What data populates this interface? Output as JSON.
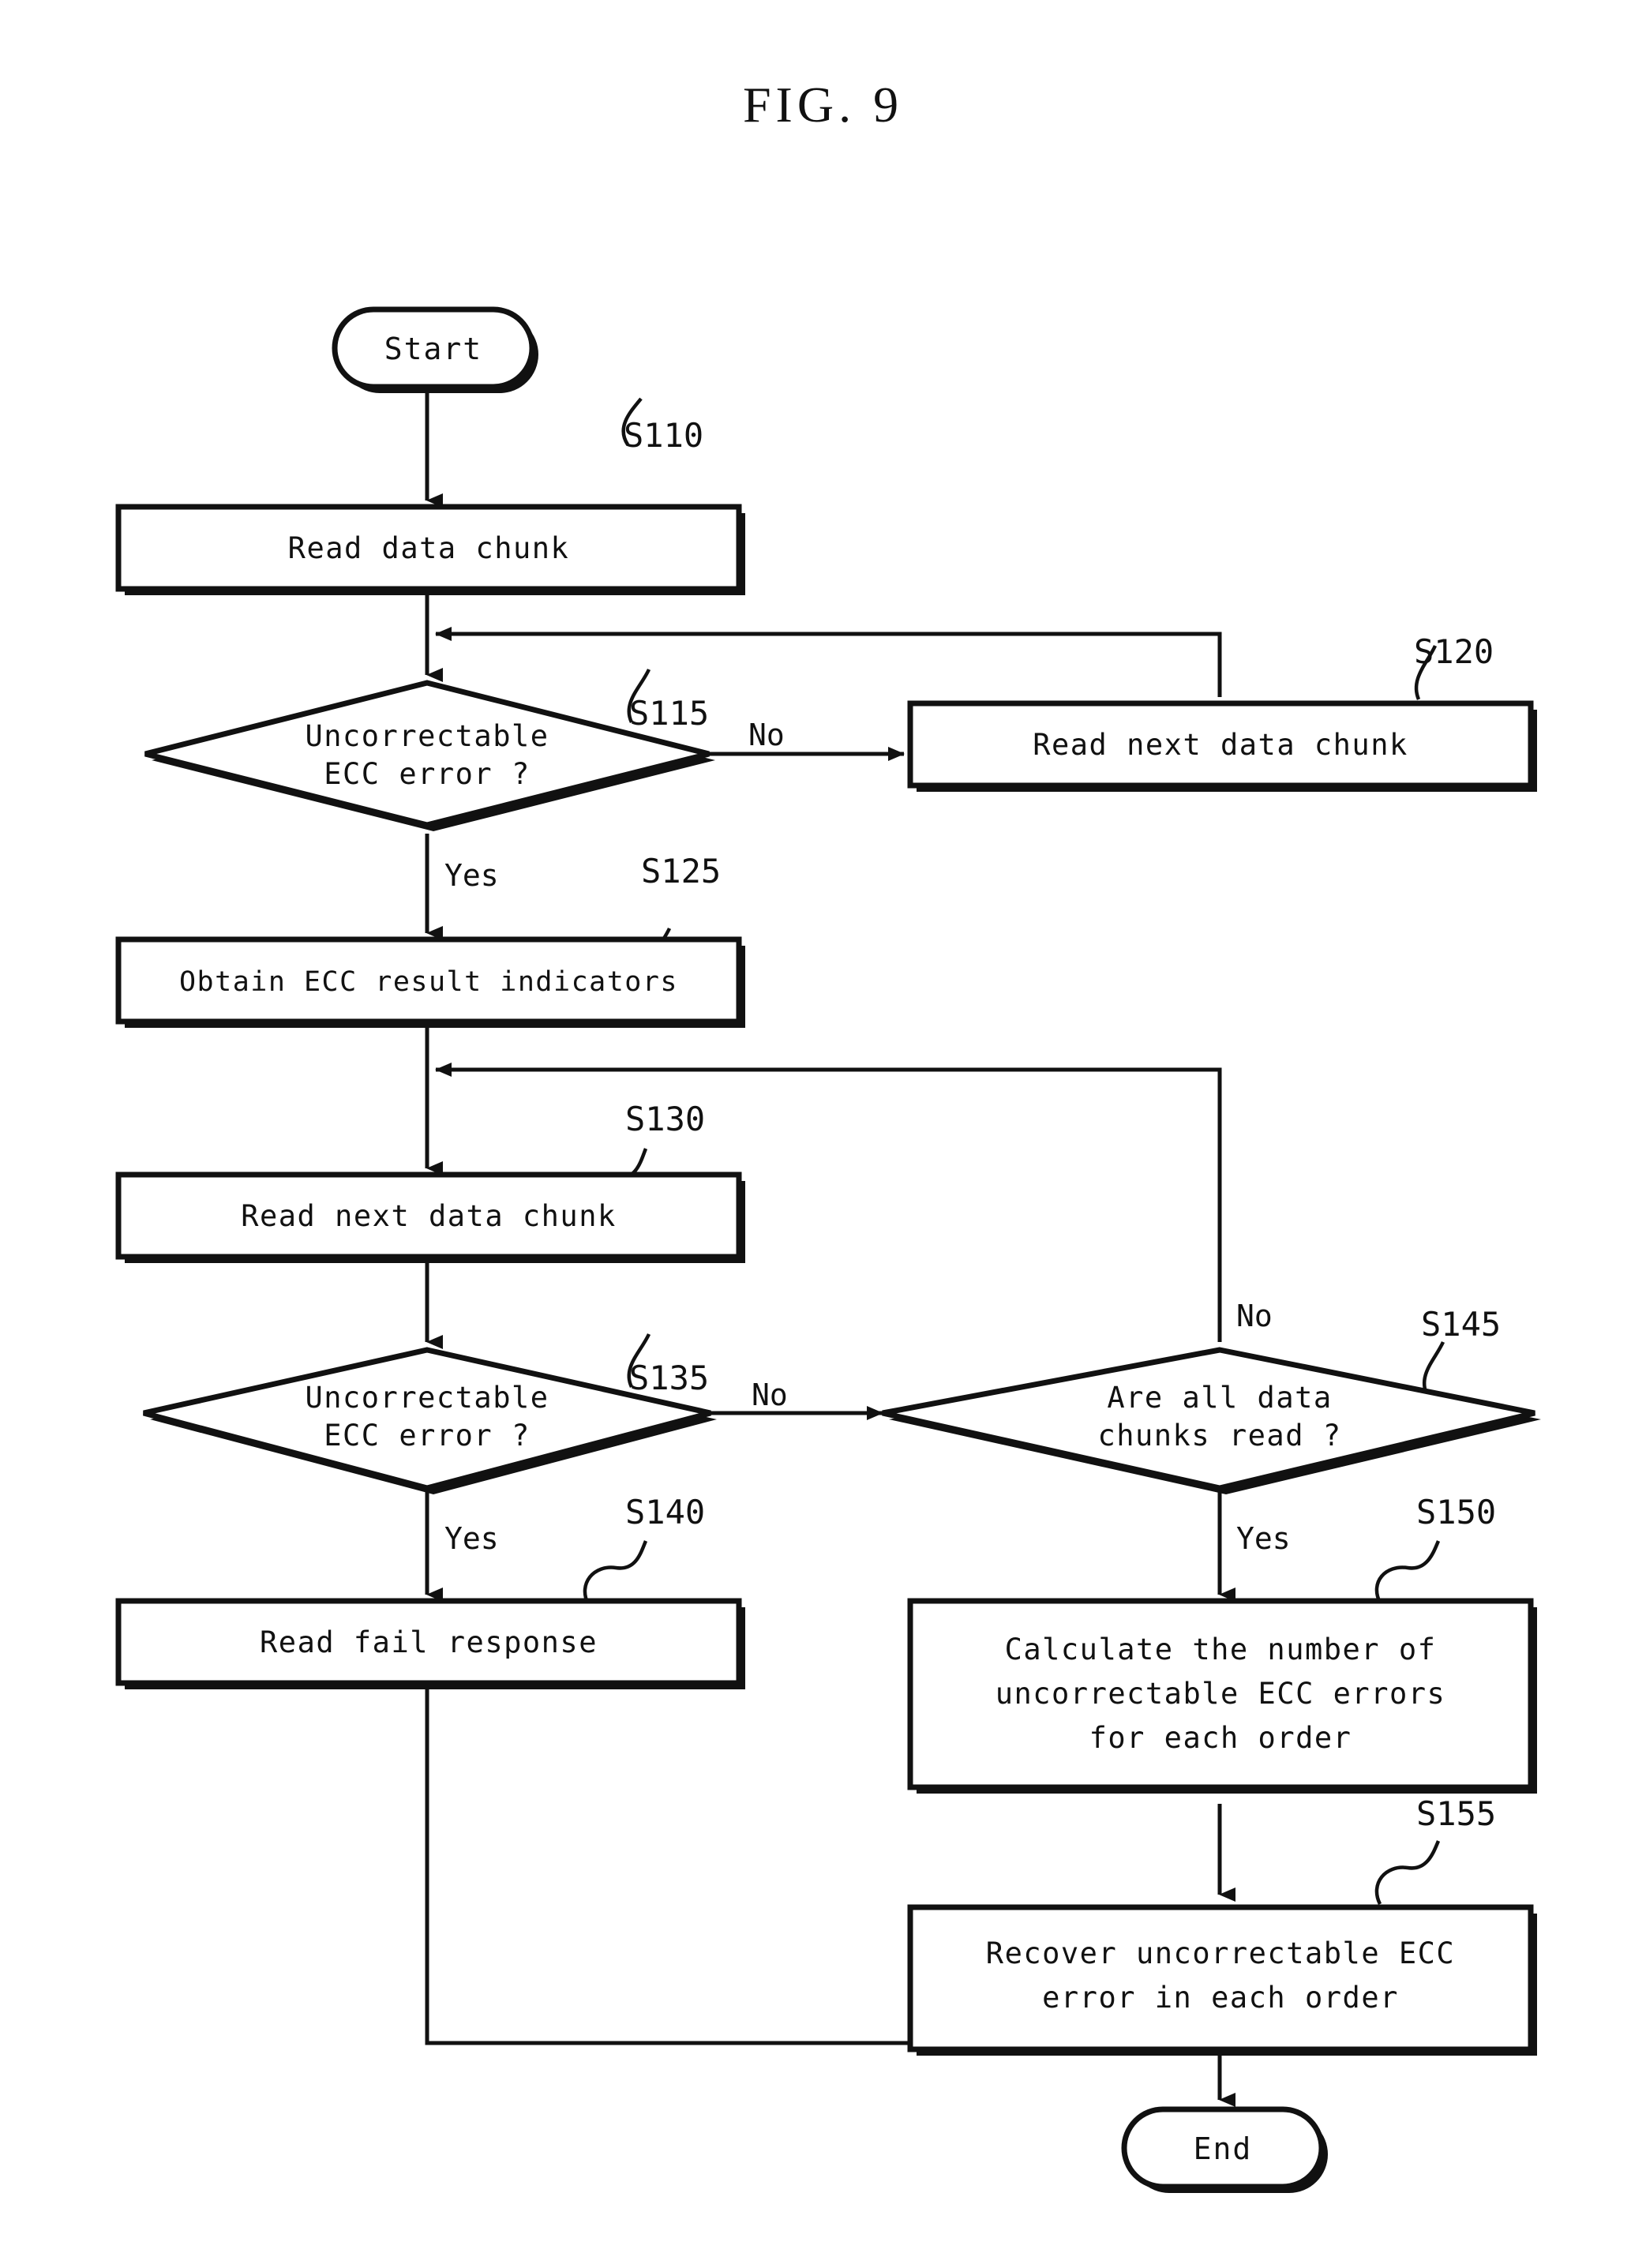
{
  "figure": {
    "title": "FIG. 9",
    "type": "flowchart",
    "ink_color": "#111111",
    "background_color": "#ffffff"
  },
  "nodes": {
    "start": {
      "label": "Start",
      "shape": "terminator"
    },
    "s110": {
      "label": "Read data chunk",
      "ref": "S110",
      "shape": "process"
    },
    "s115": {
      "line1": "Uncorrectable",
      "line2": "ECC error ?",
      "ref": "S115",
      "shape": "decision"
    },
    "s120": {
      "label": "Read next data chunk",
      "ref": "S120",
      "shape": "process"
    },
    "s125": {
      "label": "Obtain ECC result indicators",
      "ref": "S125",
      "shape": "process"
    },
    "s130": {
      "label": "Read next data chunk",
      "ref": "S130",
      "shape": "process"
    },
    "s135": {
      "line1": "Uncorrectable",
      "line2": "ECC error ?",
      "ref": "S135",
      "shape": "decision"
    },
    "s140": {
      "label": "Read fail response",
      "ref": "S140",
      "shape": "process"
    },
    "s145": {
      "line1": "Are all data",
      "line2": "chunks read ?",
      "ref": "S145",
      "shape": "decision"
    },
    "s150": {
      "line1": "Calculate the number of",
      "line2": "uncorrectable ECC errors",
      "line3": "for each order",
      "ref": "S150",
      "shape": "process"
    },
    "s155": {
      "line1": "Recover uncorrectable ECC",
      "line2": "error in each order",
      "ref": "S155",
      "shape": "process"
    },
    "end": {
      "label": "End",
      "shape": "terminator"
    }
  },
  "edge_labels": {
    "s115_no": "No",
    "s115_yes": "Yes",
    "s135_no": "No",
    "s135_yes": "Yes",
    "s145_no": "No",
    "s145_yes": "Yes"
  }
}
